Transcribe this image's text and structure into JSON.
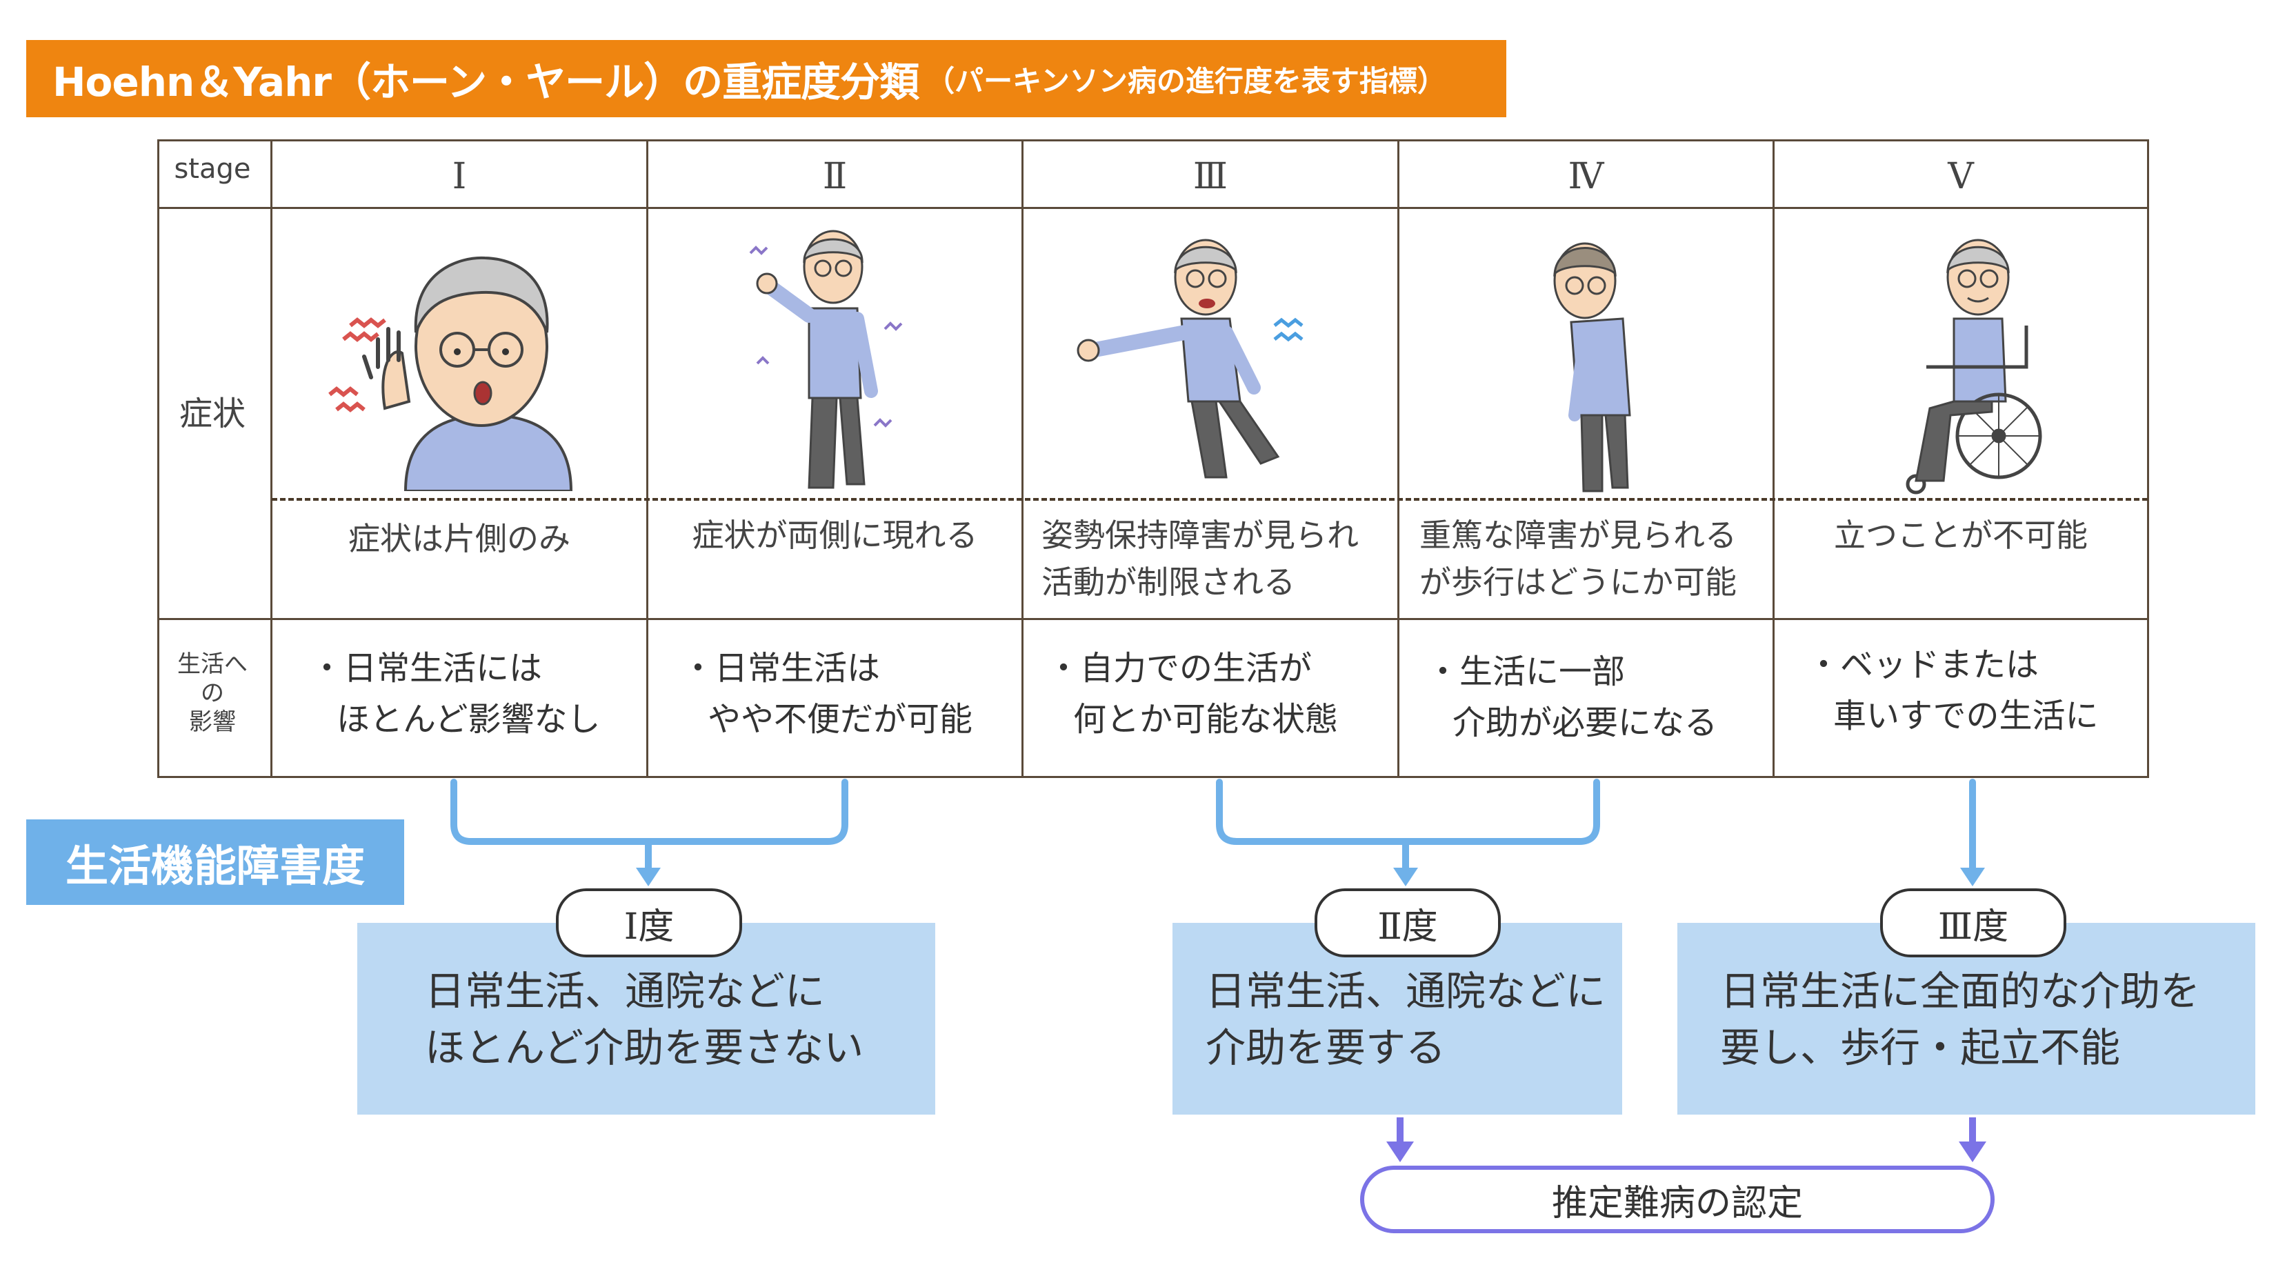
{
  "title": {
    "main": "Hoehn＆Yahr（ホーン・ヤール）の重症度分類",
    "sub": "（パーキンソン病の進行度を表す指標）"
  },
  "table": {
    "row_labels": {
      "stage": "stage",
      "symptom": "症状",
      "life_effect": "生活への影響"
    },
    "stages": [
      {
        "roman": "Ⅰ",
        "symptom": [
          "症状は片側のみ"
        ],
        "effect": [
          "・日常生活には",
          "ほとんど影響なし"
        ]
      },
      {
        "roman": "Ⅱ",
        "symptom": [
          "症状が両側に現れる"
        ],
        "effect": [
          "・日常生活は",
          "やや不便だが可能"
        ]
      },
      {
        "roman": "Ⅲ",
        "symptom": [
          "姿勢保持障害が見られ",
          "活動が制限される"
        ],
        "effect": [
          "・自力での生活が",
          "何とか可能な状態"
        ]
      },
      {
        "roman": "Ⅳ",
        "symptom": [
          "重篤な障害が見られる",
          "が歩行はどうにか可能"
        ],
        "effect": [
          "・生活に一部",
          "介助が必要になる"
        ]
      },
      {
        "roman": "Ⅴ",
        "symptom": [
          "立つことが不可能"
        ],
        "effect": [
          "・ベッドまたは",
          "車いすでの生活に"
        ]
      }
    ]
  },
  "disability": {
    "label": "生活機能障害度",
    "grades": [
      {
        "pill": "Ⅰ度",
        "lines": [
          "日常生活、通院などに",
          "ほとんど介助を要さない"
        ]
      },
      {
        "pill": "Ⅱ度",
        "lines": [
          "日常生活、通院などに",
          "介助を要する"
        ]
      },
      {
        "pill": "Ⅲ度",
        "lines": [
          "日常生活に全面的な介助を",
          "要し、歩行・起立不能"
        ]
      }
    ]
  },
  "designation": "推定難病の認定",
  "colors": {
    "banner": "#ef8510",
    "disability_label": "#6fb1e9",
    "grade_box": "#bcd9f3",
    "connector": "#6fb1e9",
    "designation_border": "#7b73e6"
  }
}
